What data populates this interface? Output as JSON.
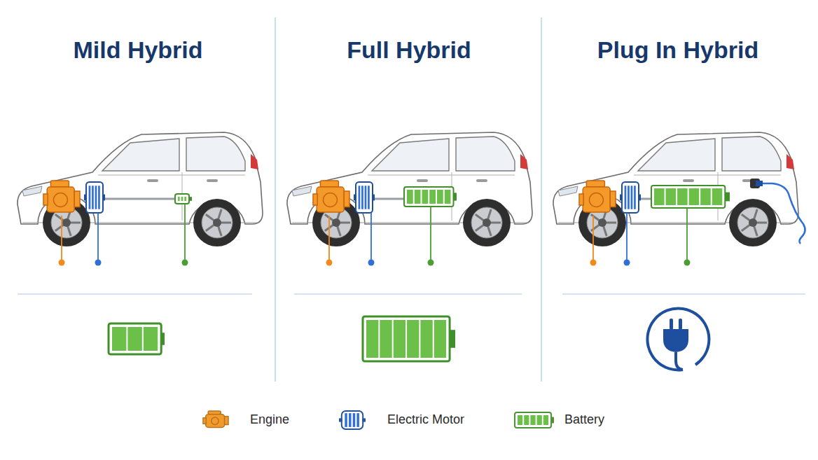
{
  "diagram": {
    "labels": [
      "Mild Hybrid",
      "Full Hybrid",
      "Plug In Hybrid"
    ],
    "legend": [
      {
        "text": "Engine",
        "color": "#f39a2b"
      },
      {
        "text": "Electric Motor",
        "color": "#2f6fd6"
      },
      {
        "text": "Battery",
        "color": "#6cc04a"
      }
    ]
  }
}
